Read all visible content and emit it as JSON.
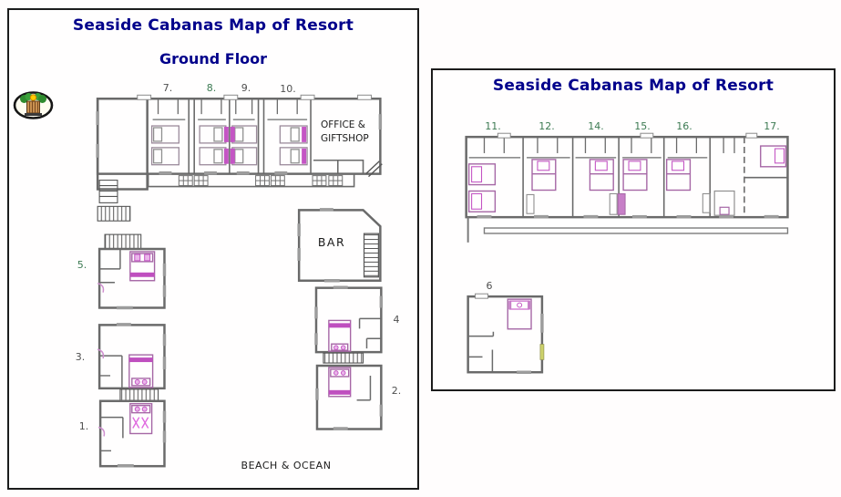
{
  "colors": {
    "page_background": "#ffffff",
    "panel_border": "#1c1c1c",
    "title_text": "#00008b",
    "room_number_green": "#3c7a52",
    "room_number_gray": "#4f4f4f",
    "plan_text": "#1a1a1a",
    "wall_gray": "#6a6a6a",
    "bed_frame_purple": "#a566a5",
    "bed_accent_magenta": "#bf4fbf",
    "pillow_pink": "#eab6ea",
    "door_yellow_green": "#cdd26b"
  },
  "left_panel": {
    "title": "Seaside Cabanas Map of Resort",
    "subtitle": "Ground Floor",
    "office_line1": "OFFICE &",
    "office_line2": "GIFTSHOP",
    "bar_label": "BAR",
    "beach_label": "BEACH & OCEAN",
    "room_labels": {
      "r7": "7.",
      "r8": "8.",
      "r9": "9.",
      "r10": "10.",
      "r5": "5.",
      "r3": "3.",
      "r1": "1.",
      "r4": "4",
      "r2": "2."
    }
  },
  "right_panel": {
    "title": "Seaside Cabanas Map of Resort",
    "room_labels": {
      "r11": "11.",
      "r12": "12.",
      "r14": "14.",
      "r15": "15.",
      "r16": "16.",
      "r17": "17.",
      "r6": "6"
    }
  },
  "logo": {
    "icon": "palm-trees-oval-logo"
  }
}
